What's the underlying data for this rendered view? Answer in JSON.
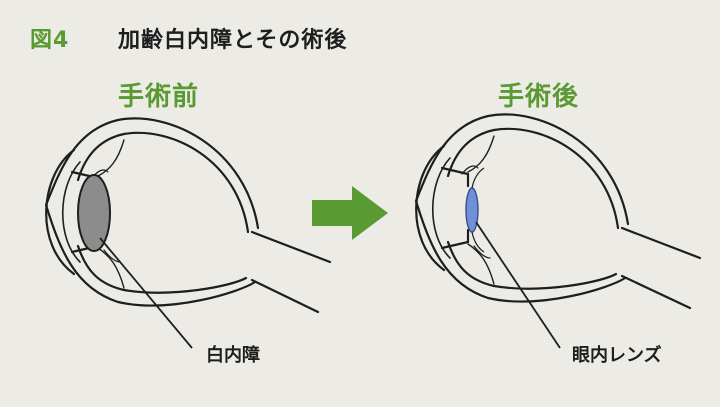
{
  "figure": {
    "label": "図4",
    "title": "加齢白内障とその術後"
  },
  "before": {
    "stage_label": "手術前",
    "callout": "白内障"
  },
  "after": {
    "stage_label": "手術後",
    "callout": "眼内レンズ"
  },
  "colors": {
    "accent_green": "#5a9a32",
    "cataract_gray": "#8c8c8c",
    "lens_blue": "#6f8fd6",
    "background": "#ecebe6"
  }
}
